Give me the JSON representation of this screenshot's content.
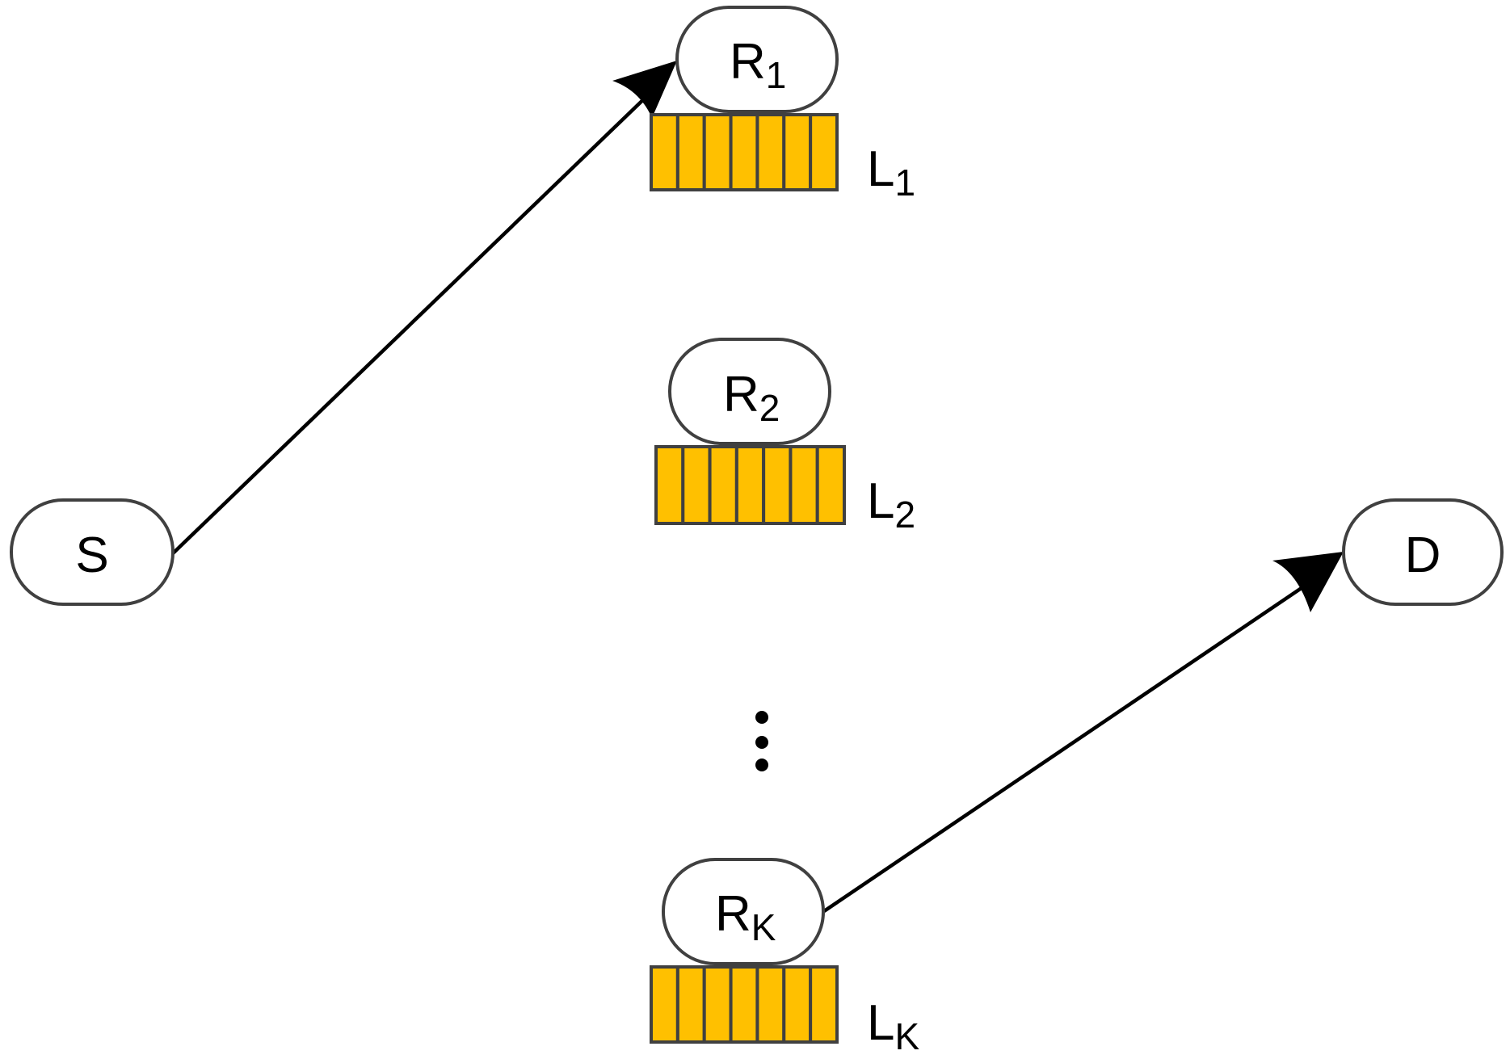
{
  "colors": {
    "buffer_fill": "#FFC000",
    "stroke": "#404040",
    "arrow": "#000000"
  },
  "nodes": {
    "source": {
      "label": "S"
    },
    "destination": {
      "label": "D"
    },
    "relay1": {
      "label": "R",
      "sub": "1"
    },
    "relay2": {
      "label": "R",
      "sub": "2"
    },
    "relayK": {
      "label": "R",
      "sub": "K"
    }
  },
  "buffers": {
    "buffer1": {
      "label": "L",
      "sub": "1",
      "cells": 7
    },
    "buffer2": {
      "label": "L",
      "sub": "2",
      "cells": 7
    },
    "bufferK": {
      "label": "L",
      "sub": "K",
      "cells": 7
    }
  },
  "edges": [
    {
      "from": "S",
      "to": "R1"
    },
    {
      "from": "RK",
      "to": "D"
    }
  ],
  "ellipsis": "vertical-dots"
}
